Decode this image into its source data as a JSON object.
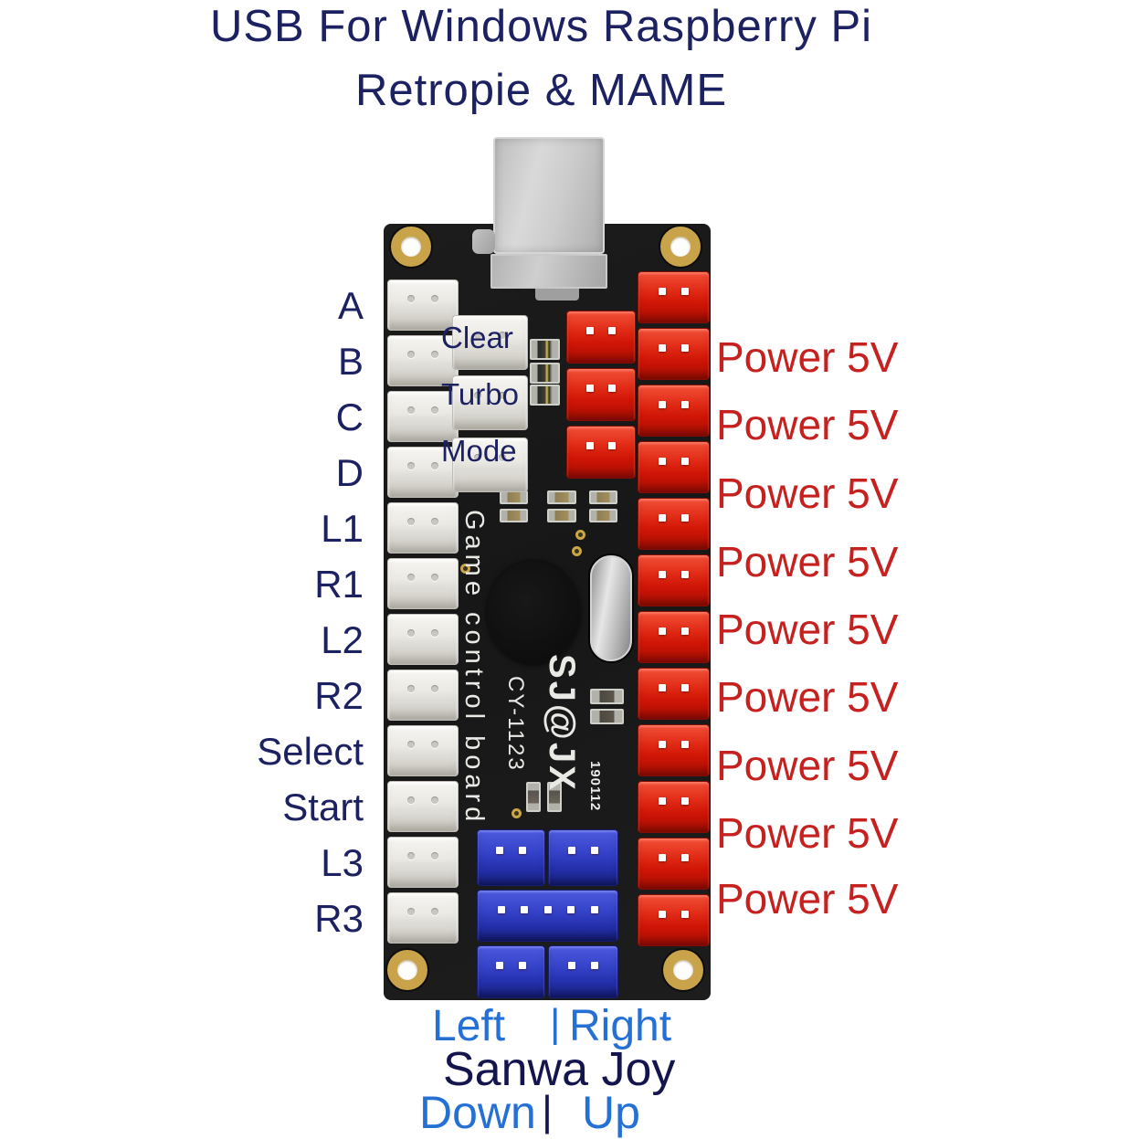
{
  "title": {
    "line1": "USB For Windows Raspberry Pi",
    "line2": "Retropie & MAME"
  },
  "button_labels": [
    "A",
    "B",
    "C",
    "D",
    "L1",
    "R1",
    "L2",
    "R2",
    "Select",
    "Start",
    "L3",
    "R3"
  ],
  "mode_labels": [
    "Clear",
    "Turbo",
    "Mode"
  ],
  "power_labels": [
    "Power 5V",
    "Power 5V",
    "Power 5V",
    "Power 5V",
    "Power 5V",
    "Power 5V",
    "Power 5V",
    "Power 5V",
    "Power 5V"
  ],
  "joystick_labels": {
    "left": "Left",
    "separator1": "|",
    "right": "Right",
    "product": "Sanwa Joy",
    "down": "Down",
    "separator2": "|",
    "up": "Up"
  },
  "silkscreen": {
    "board_name": "Game control board",
    "brand": "SJ@JX",
    "model": "CY-1123",
    "date_code": "190112"
  },
  "connectors": {
    "button_column": {
      "count": 12,
      "color": "#e9e7e2",
      "pins": 2
    },
    "mode_column": {
      "count": 3,
      "color": "#e9e7e2",
      "pins": 2
    },
    "power_inner": {
      "count": 3,
      "color": "#d01506",
      "pins": 2
    },
    "power_outer": {
      "count": 12,
      "color": "#d01506",
      "pins": 2
    },
    "joystick": {
      "count": 5,
      "color": "#3442c8",
      "pin_layout": [
        2,
        2,
        5,
        2,
        2
      ]
    }
  },
  "colors": {
    "navy_text": "#1c2161",
    "dark_navy_text": "#15154e",
    "power_red_text": "#c6201f",
    "joy_blue_text": "#2470d4",
    "pcb": "#1a1a1a",
    "gold": "#c8a349",
    "silkscreen": "#e9e9e6"
  }
}
